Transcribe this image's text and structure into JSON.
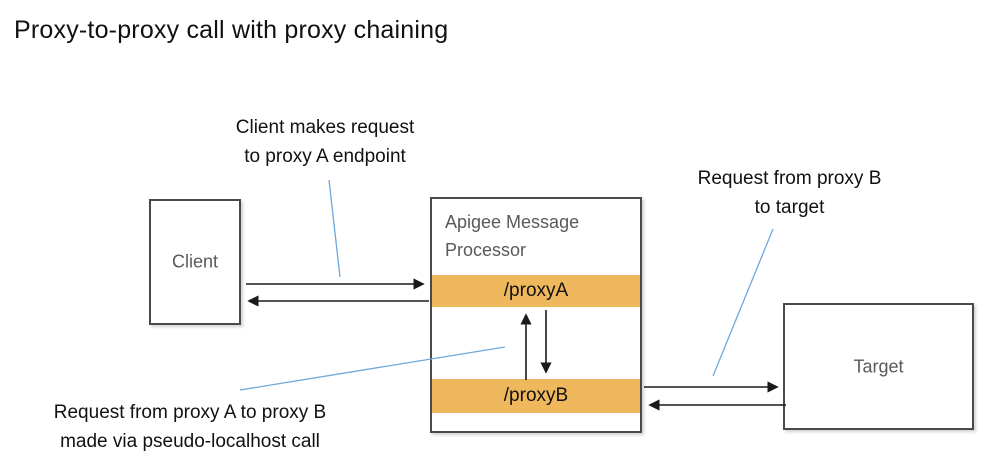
{
  "title": "Proxy-to-proxy call with proxy chaining",
  "nodes": {
    "client": {
      "label": "Client"
    },
    "apigee": {
      "title_line1": "Apigee Message",
      "title_line2": "Processor",
      "proxy_a_label": "/proxyA",
      "proxy_b_label": "/proxyB"
    },
    "target": {
      "label": "Target"
    }
  },
  "annotations": {
    "client_request": {
      "line1": "Client makes request",
      "line2": "to proxy A endpoint"
    },
    "proxy_b_to_target": {
      "line1": "Request from proxy B",
      "line2": "to target"
    },
    "proxy_a_to_b": {
      "line1": "Request from proxy A to proxy B",
      "line2": "made via pseudo-localhost call"
    }
  },
  "colors": {
    "port_fill": "#EFB85C",
    "leader_line": "#6FA8DC",
    "arrow": "#1a1a1a",
    "box_border": "#4a4a4a",
    "box_label_text": "#595959",
    "annotation_text": "#111111"
  }
}
